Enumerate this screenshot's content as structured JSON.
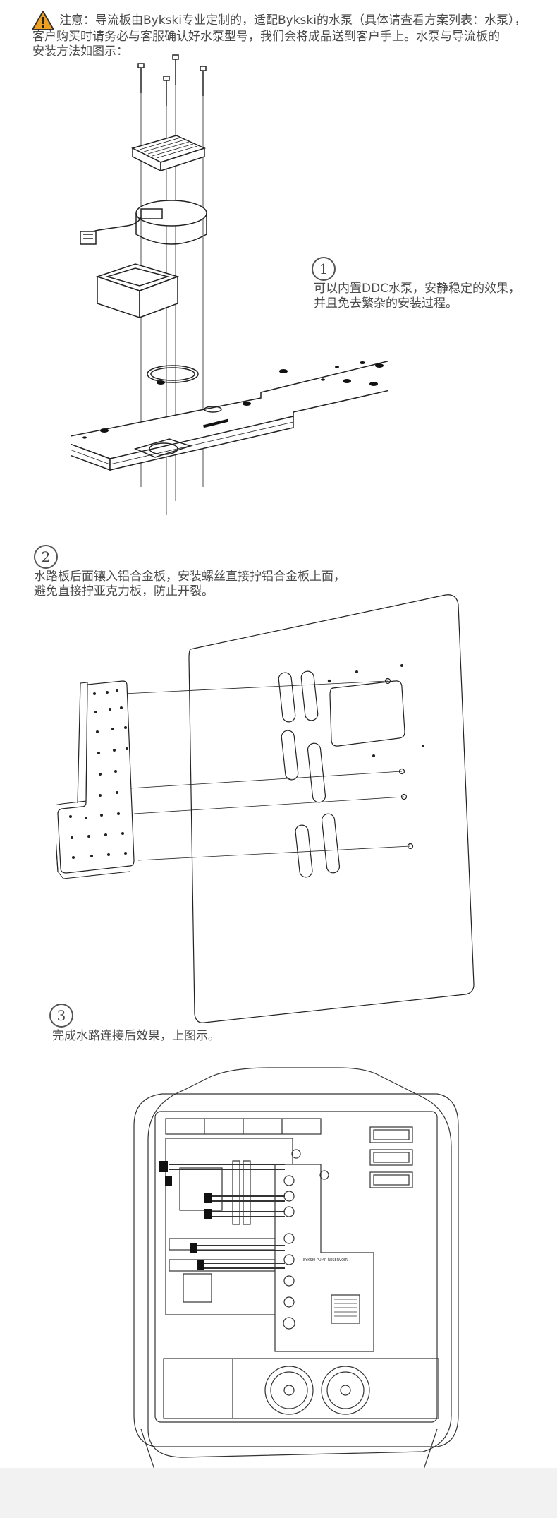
{
  "notice": {
    "icon": "warning-icon",
    "icon_color": "#f0a020",
    "line1": "注意：导流板由Bykski专业定制的，适配Bykski的水泵（具体请查看方案列表：水泵），",
    "line2": "客户购买时请务必与客服确认好水泵型号，我们会将成品送到客户手上。水泵与导流板的",
    "line3": "安装方法如图示："
  },
  "step1": {
    "number": "1",
    "line1": "可以内置DDC水泵，安静稳定的效果，",
    "line2": "并且免去繁杂的安装过程。"
  },
  "step2": {
    "number": "2",
    "line1": "水路板后面镶入铝合金板，安装螺丝直接拧铝合金板上面，",
    "line2": "避免直接拧亚克力板，防止开裂。"
  },
  "step3": {
    "number": "3",
    "line1": "完成水路连接后效果，上图示。"
  },
  "diagram": {
    "small_label": "BYKSKI PUMP RESERVOIR"
  }
}
